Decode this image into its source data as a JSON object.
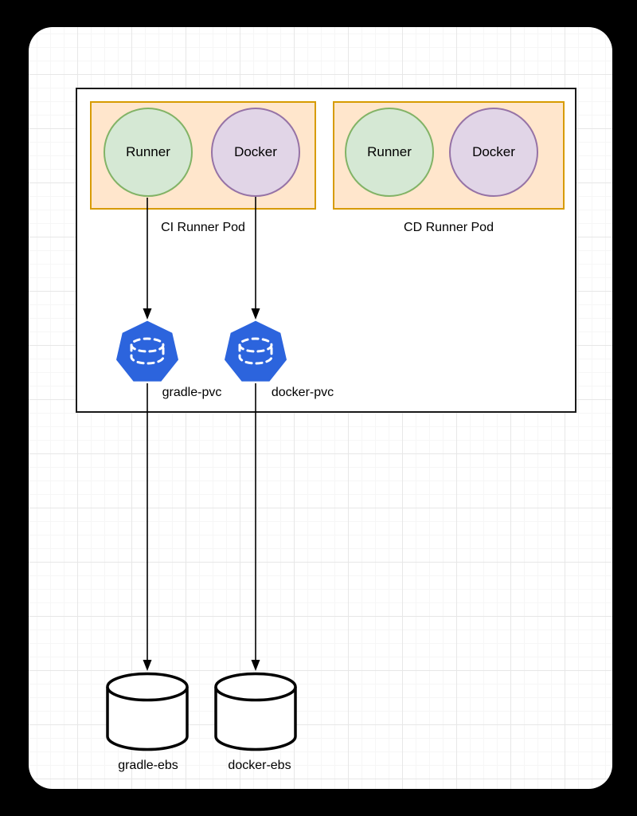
{
  "colors": {
    "page-bg": "#000000",
    "canvas-bg": "#ffffff",
    "grid-minor": "#f6f6f6",
    "grid-major": "#e7e7e7",
    "cluster-stroke": "#1a1a1a",
    "pod-fill": "#ffe6cc",
    "pod-stroke": "#d79b00",
    "runner-fill": "#d5e8d4",
    "runner-stroke": "#82b366",
    "docker-fill": "#e1d5e7",
    "docker-stroke": "#9673a6",
    "pvc-blue": "#2c64dd",
    "edge": "#000000"
  },
  "diagram": {
    "pods": [
      {
        "label": "CI Runner Pod",
        "containers": [
          {
            "label": "Runner"
          },
          {
            "label": "Docker"
          }
        ]
      },
      {
        "label": "CD Runner Pod",
        "containers": [
          {
            "label": "Runner"
          },
          {
            "label": "Docker"
          }
        ]
      }
    ],
    "pvcs": [
      {
        "label": "gradle-pvc"
      },
      {
        "label": "docker-pvc"
      }
    ],
    "volumes": [
      {
        "label": "gradle-ebs"
      },
      {
        "label": "docker-ebs"
      }
    ]
  }
}
